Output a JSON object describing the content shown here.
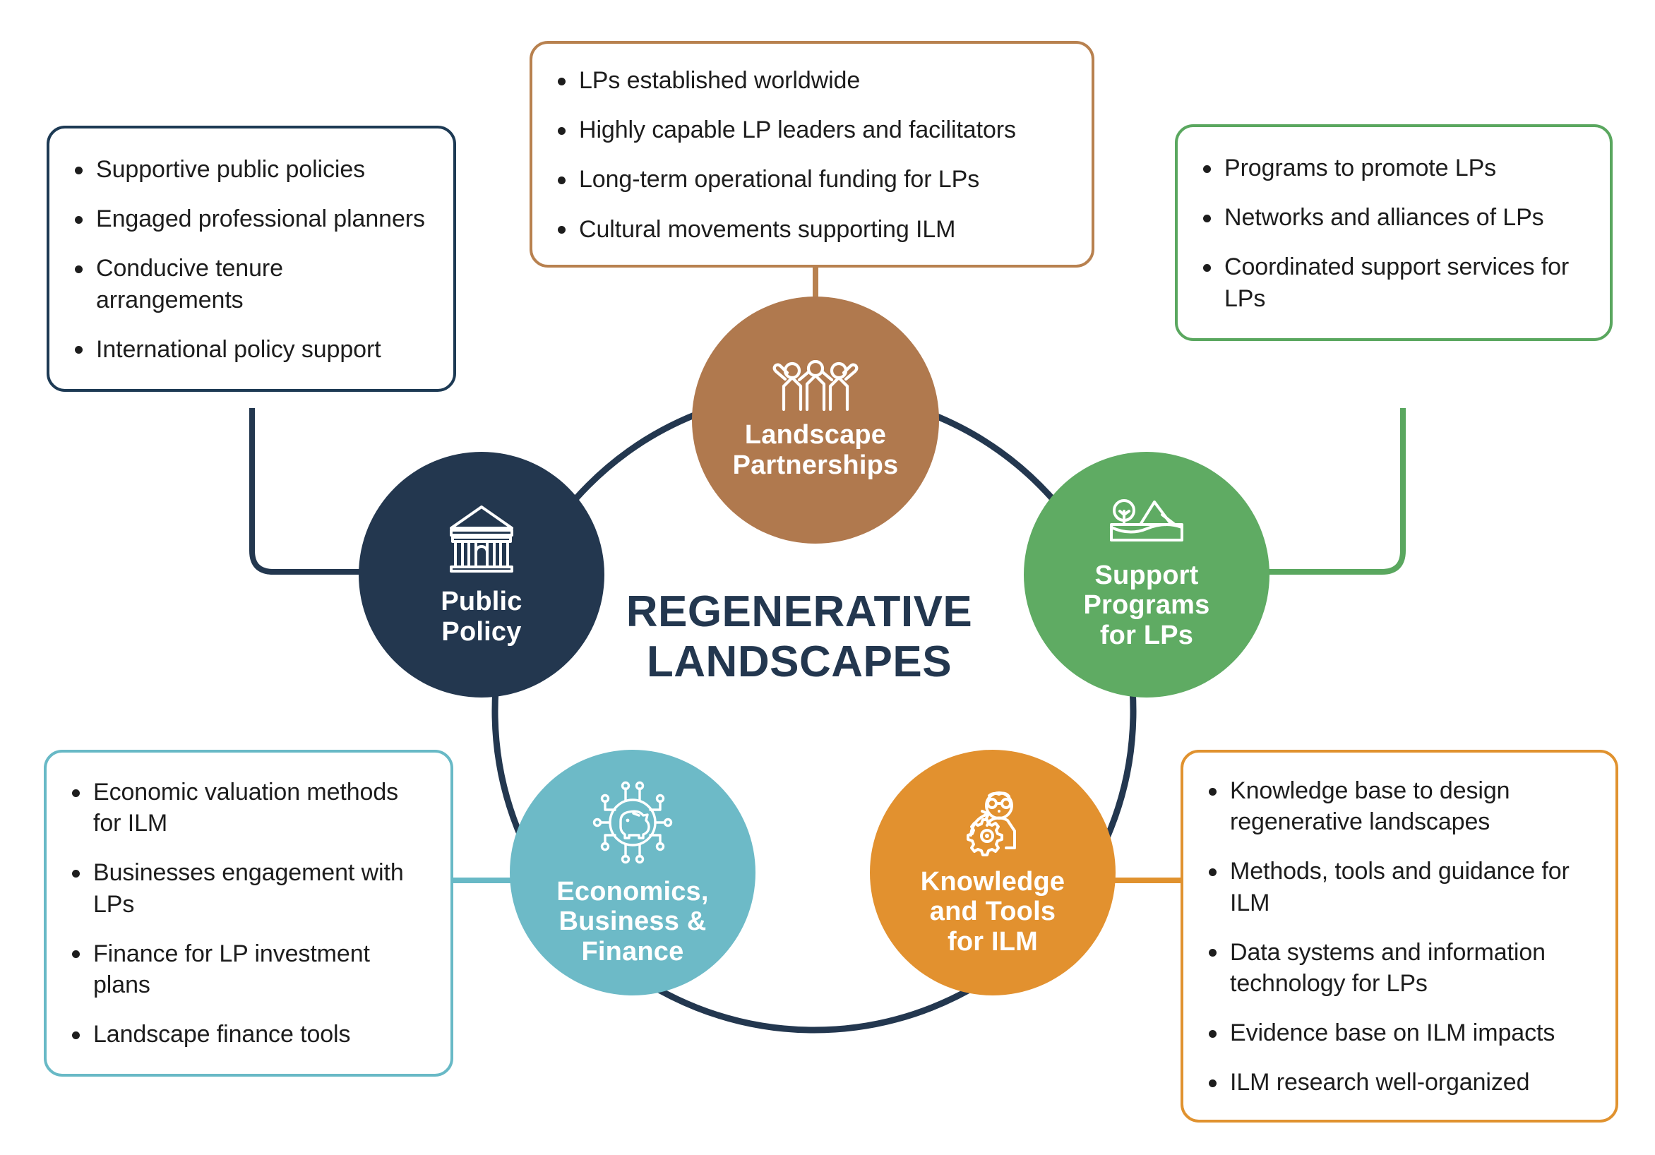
{
  "center": {
    "title_line1": "REGENERATIVE",
    "title_line2": "LANDSCAPES",
    "color": "#23374f"
  },
  "nodes": [
    {
      "id": "landscape-partnerships",
      "icon": "people-raised-arms-icon",
      "label_line1": "Landscape",
      "label_line2": "Partnerships",
      "label_line3": "",
      "color": "#b0794e"
    },
    {
      "id": "public-policy",
      "icon": "classical-building-icon",
      "label_line1": "Public",
      "label_line2": "Policy",
      "label_line3": "",
      "color": "#23374f"
    },
    {
      "id": "support-programs-for-lps",
      "icon": "landscape-tree-mountain-icon",
      "label_line1": "Support",
      "label_line2": "Programs",
      "label_line3": "for LPs",
      "color": "#5fab63"
    },
    {
      "id": "economics-business-finance",
      "icon": "piggy-bank-circuit-icon",
      "label_line1": "Economics,",
      "label_line2": "Business &",
      "label_line3": "Finance",
      "color": "#6dbac7"
    },
    {
      "id": "knowledge-and-tools-for-ilm",
      "icon": "person-brain-gear-icon",
      "label_line1": "Knowledge",
      "label_line2": "and Tools",
      "label_line3": "for ILM",
      "color": "#e2912f"
    }
  ],
  "boxes": {
    "public_policy": {
      "border_color": "#1d3a54",
      "items": [
        "Supportive public policies",
        "Engaged professional planners",
        "Conducive tenure arrangements",
        "International policy support"
      ]
    },
    "landscape_partnerships": {
      "border_color": "#b8814f",
      "items": [
        "LPs established worldwide",
        "Highly capable LP leaders and facilitators",
        "Long-term operational funding for LPs",
        "Cultural movements supporting ILM"
      ]
    },
    "support_programs": {
      "border_color": "#5aa75f",
      "items": [
        "Programs to promote LPs",
        "Networks and alliances of LPs",
        "Coordinated support services for LPs"
      ]
    },
    "economics_business_finance": {
      "border_color": "#68b9c6",
      "items": [
        "Economic valuation methods for ILM",
        "Businesses engagement with LPs",
        "Finance for LP investment plans",
        "Landscape finance tools"
      ]
    },
    "knowledge_and_tools": {
      "border_color": "#e0922f",
      "items": [
        "Knowledge base to design regenerative landscapes",
        "Methods, tools and guidance for ILM",
        "Data systems and information technology for LPs",
        "Evidence base on ILM impacts",
        "ILM research well-organized"
      ]
    }
  }
}
